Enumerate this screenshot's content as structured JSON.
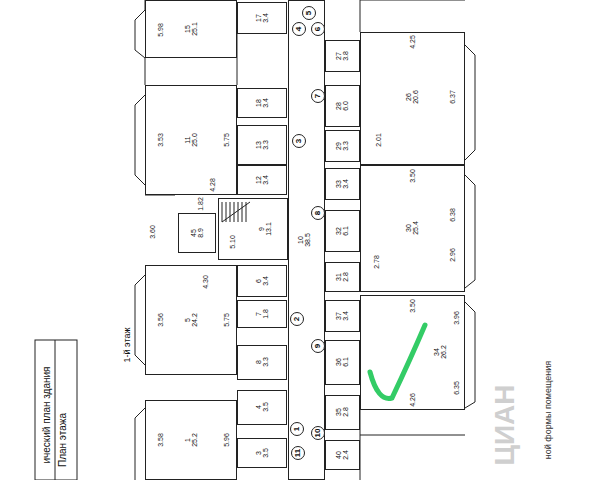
{
  "diagram": {
    "nodes": [
      {
        "text": [
          "10",
          "38.5"
        ]
      },
      {
        "text": [
          "5"
        ],
        "in": 0
      },
      {
        "text": [
          "4"
        ],
        "in": 0
      },
      {
        "text": [
          "6"
        ],
        "in": 0
      },
      {
        "text": [
          "7"
        ],
        "in": 0
      },
      {
        "text": [
          "3"
        ],
        "in": 0
      },
      {
        "text": [
          "8"
        ],
        "in": 0
      },
      {
        "text": [
          "2"
        ],
        "in": 0
      },
      {
        "text": [
          "9"
        ],
        "in": 0
      },
      {
        "text": [
          "1"
        ],
        "in": 0
      },
      {
        "text": [
          "10"
        ],
        "in": 0
      },
      {
        "text": [
          "11"
        ],
        "in": 0
      },
      {
        "text": [
          "15",
          "25.1"
        ]
      },
      {
        "text": [
          "17",
          "3.4"
        ]
      },
      {
        "text": [
          "11",
          "25.0"
        ]
      },
      {
        "text": [
          "18",
          "3.4"
        ]
      },
      {
        "text": [
          "13",
          "3.3"
        ]
      },
      {
        "text": [
          "12",
          "3.4"
        ]
      },
      {
        "text": [
          "45",
          "8.9"
        ]
      },
      {
        "text": [
          "9",
          "13.1"
        ]
      },
      {
        "text": [
          "5",
          "24.2"
        ]
      },
      {
        "text": [
          "6",
          "3.4"
        ]
      },
      {
        "text": [
          "7",
          "1.8"
        ]
      },
      {
        "text": [
          "8",
          "3.3"
        ]
      },
      {
        "text": [
          "1",
          "25.2"
        ]
      },
      {
        "text": [
          "4",
          "3.5"
        ]
      },
      {
        "text": [
          "3",
          "3.5"
        ]
      },
      {
        "text": [
          "26",
          "20.6"
        ]
      },
      {
        "text": [
          "27",
          "3.8"
        ]
      },
      {
        "text": [
          "28",
          "6.0"
        ]
      },
      {
        "text": [
          "29",
          "3.3"
        ]
      },
      {
        "text": [
          "33",
          "3.4"
        ]
      },
      {
        "text": [
          "30",
          "25.4"
        ]
      },
      {
        "text": [
          "32",
          "6.1"
        ]
      },
      {
        "text": [
          "31",
          "2.8"
        ]
      },
      {
        "text": [
          "34",
          "26.2"
        ]
      },
      {
        "text": [
          "37",
          "3.4"
        ]
      },
      {
        "text": [
          "36",
          "6.1"
        ]
      },
      {
        "text": [
          "35",
          "2.8"
        ]
      },
      {
        "text": [
          "40",
          "2.4"
        ]
      }
    ],
    "labels": [
      "ический план здания",
      "План этажа",
      "1-й этаж",
      "5.98",
      "3.53",
      "5.75",
      "4.28",
      "1.82",
      "3.60",
      "5.10",
      "4.30",
      "3.56",
      "5.75",
      "3.58",
      "5.96",
      "4.25",
      "6.37",
      "2.01",
      "3.50",
      "6.38",
      "2.96",
      "2.78",
      "3.50",
      "3.96",
      "6.35",
      "4.26",
      "ЦИАН",
      "ной формы помещения"
    ]
  }
}
